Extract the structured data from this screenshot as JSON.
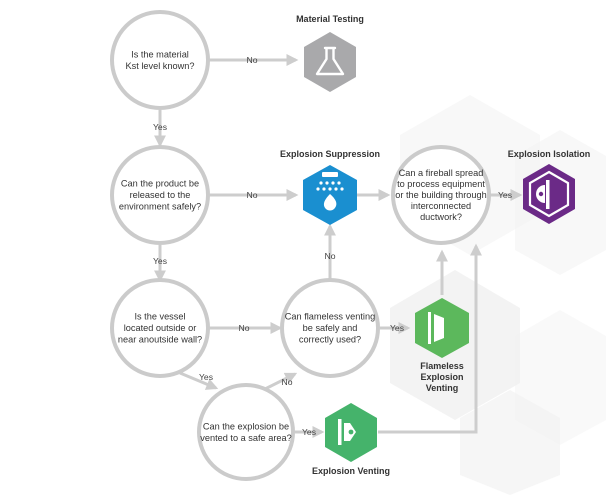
{
  "nodes": {
    "kst_question": [
      "Is the material",
      "Kst level known?"
    ],
    "release_question": [
      "Can the product be",
      "released to the",
      "environment safely?"
    ],
    "vessel_question": [
      "Is the vessel",
      "located outside or",
      "near anoutside wall?"
    ],
    "flameless_question": [
      "Can flameless venting",
      "be safely and",
      "correctly used?"
    ],
    "vent_question": [
      "Can the explosion be",
      "vented to a safe area?"
    ],
    "fireball_question": [
      "Can a fireball spread",
      "to process equipment",
      "or the building through",
      "interconnected",
      "ductwork?"
    ]
  },
  "products": {
    "material_testing": {
      "title": [
        "Material Testing"
      ],
      "color": "#a9a9ab",
      "icon": "flask-icon"
    },
    "explosion_suppression": {
      "title": [
        "Explosion Suppression"
      ],
      "color": "#1a8fd0",
      "icon": "suppression-nozzle-icon"
    },
    "explosion_isolation": {
      "title": [
        "Explosion Isolation"
      ],
      "color": "#6b2a87",
      "icon": "isolation-valve-icon"
    },
    "flameless_venting": {
      "title": [
        "Flameless",
        "Explosion",
        "Venting"
      ],
      "color": "#5cb85c",
      "icon": "flameless-vent-icon"
    },
    "explosion_venting": {
      "title": [
        "Explosion Venting"
      ],
      "color": "#45b36b",
      "icon": "vent-panel-icon"
    }
  },
  "edges": {
    "kst_no": "No",
    "kst_yes": "Yes",
    "release_no": "No",
    "release_yes": "Yes",
    "vessel_no": "No",
    "vessel_yes": "Yes",
    "flameless_yes": "Yes",
    "flameless_no": "No",
    "vent_no": "No",
    "vent_yes": "Yes",
    "fireball_yes": "Yes"
  },
  "colors": {
    "connector": "#cdcdcd",
    "circle_stroke": "#cbcbcb",
    "background_hex": "#f2f2f2"
  }
}
